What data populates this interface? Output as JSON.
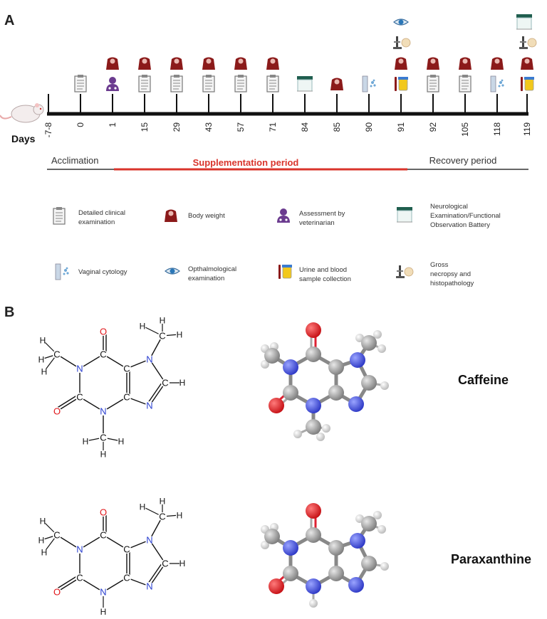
{
  "panel_a": {
    "label": "A"
  },
  "panel_b": {
    "label": "B"
  },
  "timeline": {
    "days_label": "Days",
    "day_ticks": [
      "-7-8",
      "0",
      "1",
      "15",
      "29",
      "43",
      "57",
      "71",
      "84",
      "85",
      "90",
      "91",
      "92",
      "105",
      "118",
      "119"
    ],
    "periods": {
      "acclimation": "Acclimation",
      "supplementation": "Supplementation period",
      "recovery": "Recovery period"
    },
    "colors": {
      "supplementation": "#d9342b",
      "axis": "#111111"
    }
  },
  "legend": {
    "items": [
      {
        "icon": "clipboard-icon",
        "text": "Detailed clinical\nexamination"
      },
      {
        "icon": "scale-icon",
        "text": "Body weight"
      },
      {
        "icon": "veterinarian-icon",
        "text": "Assessment by\nveterinarian"
      },
      {
        "icon": "observation-box-icon",
        "text": "Neurological\nExamination/Functional\nObservation Battery"
      },
      {
        "icon": "tube-cells-icon",
        "text": "Vaginal cytology"
      },
      {
        "icon": "eye-icon",
        "text": "Opthalmological\nexamination"
      },
      {
        "icon": "urine-blood-icon",
        "text": "Urine and blood\nsample collection"
      },
      {
        "icon": "microscope-icon",
        "text": "Gross\nnecropsy and\nhistopathology"
      }
    ]
  },
  "molecules": {
    "caffeine": {
      "name": "Caffeine"
    },
    "paraxanthine": {
      "name": "Paraxanthine"
    },
    "atoms": {
      "C": "C",
      "N": "N",
      "O": "O",
      "H": "H"
    },
    "colors": {
      "N": "#2a3fd0",
      "O": "#e0161a",
      "C": "#111111"
    }
  }
}
